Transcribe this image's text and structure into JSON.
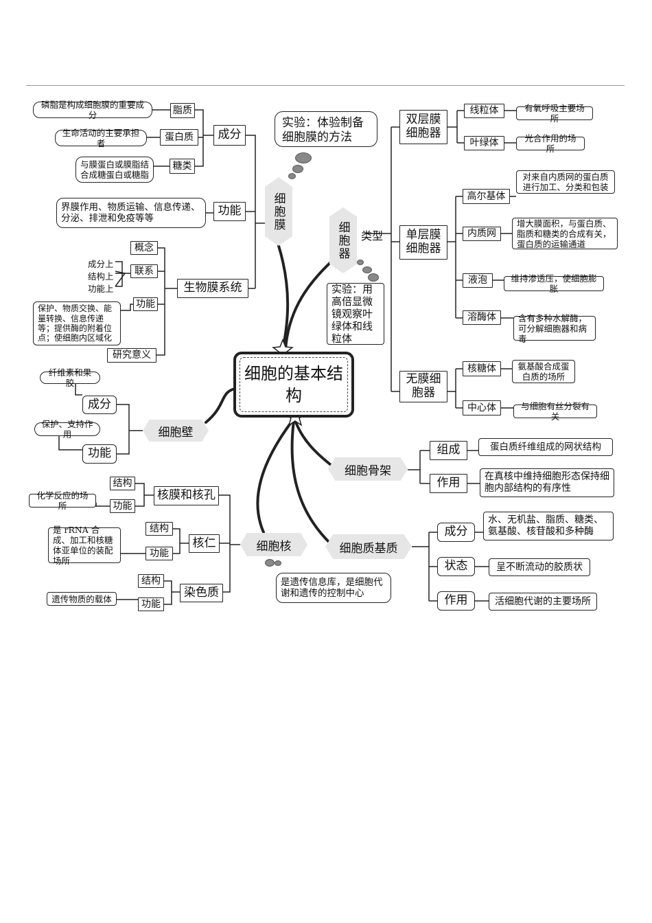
{
  "center": "细胞的基本结构",
  "membrane": {
    "hub": "细胞膜",
    "composition": "成分",
    "lipid": "脂质",
    "lipid_note": "磷脂是构成细胞膜的重要成分",
    "protein": "蛋白质",
    "protein_note": "生命活动的主要承担者",
    "sugar": "糖类",
    "sugar_note": "与膜蛋白或膜脂结合成糖蛋白或糖脂",
    "function": "功能",
    "function_note": "界膜作用、物质运输、信息传递、分泌、排泄和免疫等等",
    "experiment": "实验：体验制备细胞膜的方法",
    "system": "生物膜系统",
    "concept": "概念",
    "relation": "联系",
    "rel_items": [
      "成分上",
      "结构上",
      "功能上"
    ],
    "sys_function": "功能",
    "sys_function_note": "保护、物质交换、能量转换、信息传递等；提供酶的附着位点；使细胞内区域化",
    "significance": "研究意义"
  },
  "wall": {
    "hub": "细胞壁",
    "composition": "成分",
    "composition_note": "纤维素和果胶",
    "function": "功能",
    "function_note": "保护、支持作用"
  },
  "nucleus": {
    "hub": "细胞核",
    "envelope": "核膜和核孔",
    "env_structure": "结构",
    "env_function": "功能",
    "env_function_note": "化学反应的场所",
    "nucleolus": "核仁",
    "nuc_structure": "结构",
    "nuc_function": "功能",
    "nuc_function_note": "是 rRNA 合成、加工和核糖体亚单位的装配场所",
    "chromatin": "染色质",
    "chr_structure": "结构",
    "chr_function": "功能",
    "chr_function_note": "遗传物质的载体",
    "description": "是遗传信息库，是细胞代谢和遗传的控制中心"
  },
  "organelles": {
    "hub": "细胞器",
    "type_label": "类型",
    "experiment": "实验：用高倍显微镜观察叶绿体和线粒体",
    "double": "双层膜细胞器",
    "mito": "线粒体",
    "mito_note": "有氧呼吸主要场所",
    "chloro": "叶绿体",
    "chloro_note": "光合作用的场所",
    "single": "单层膜细胞器",
    "golgi": "高尔基体",
    "golgi_note": "对来自内质网的蛋白质进行加工、分类和包装",
    "er": "内质网",
    "er_note": "增大膜面积，与蛋白质、脂质和糖类的合成有关，蛋白质的运输通道",
    "vacuole": "液泡",
    "vacuole_note": "维持渗透压，使细胞膨胀",
    "lysosome": "溶酶体",
    "lysosome_note": "含有多种水解酶，可分解细胞器和病毒",
    "none": "无膜细胞器",
    "ribosome": "核糖体",
    "ribosome_note": "氨基酸合成蛋白质的场所",
    "centrosome": "中心体",
    "centrosome_note": "与细胞有丝分裂有关"
  },
  "cytoskeleton": {
    "hub": "细胞骨架",
    "composition": "组成",
    "composition_note": "蛋白质纤维组成的网状结构",
    "function": "作用",
    "function_note": "在真核中维持细胞形态保持细胞内部结构的有序性"
  },
  "matrix": {
    "hub": "细胞质基质",
    "composition": "成分",
    "composition_note": "水、无机盐、脂质、糖类、氨基酸、核苷酸和多种酶",
    "state": "状态",
    "state_note": "呈不断流动的胶质状",
    "function": "作用",
    "function_note": "活细胞代谢的主要场所"
  }
}
